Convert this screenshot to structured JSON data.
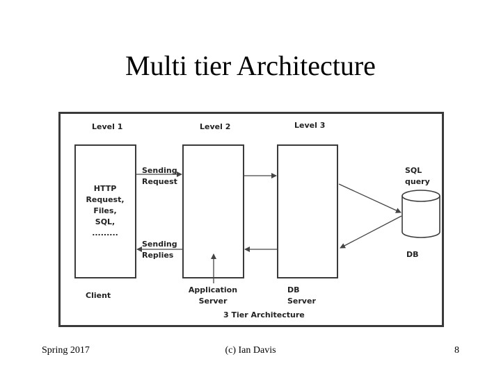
{
  "title": "Multi tier Architecture",
  "diagram": {
    "level1": "Level 1",
    "level2": "Level 2",
    "level3": "Level 3",
    "client_box_text": "HTTP\nRequest,\nFiles,\nSQL,\n.........",
    "sending_request": "Sending\nRequest",
    "sending_replies": "Sending\nReplies",
    "sql_query": "SQL\nquery",
    "db": "DB",
    "client": "Client",
    "application_server": "Application\nServer",
    "db_server": "DB\nServer",
    "caption": "3 Tier Architecture"
  },
  "footer": {
    "left": "Spring 2017",
    "center": "(c) Ian Davis",
    "right": "8"
  },
  "colors": {
    "box_stroke": "#3a3a3a",
    "arrow": "#444444"
  }
}
